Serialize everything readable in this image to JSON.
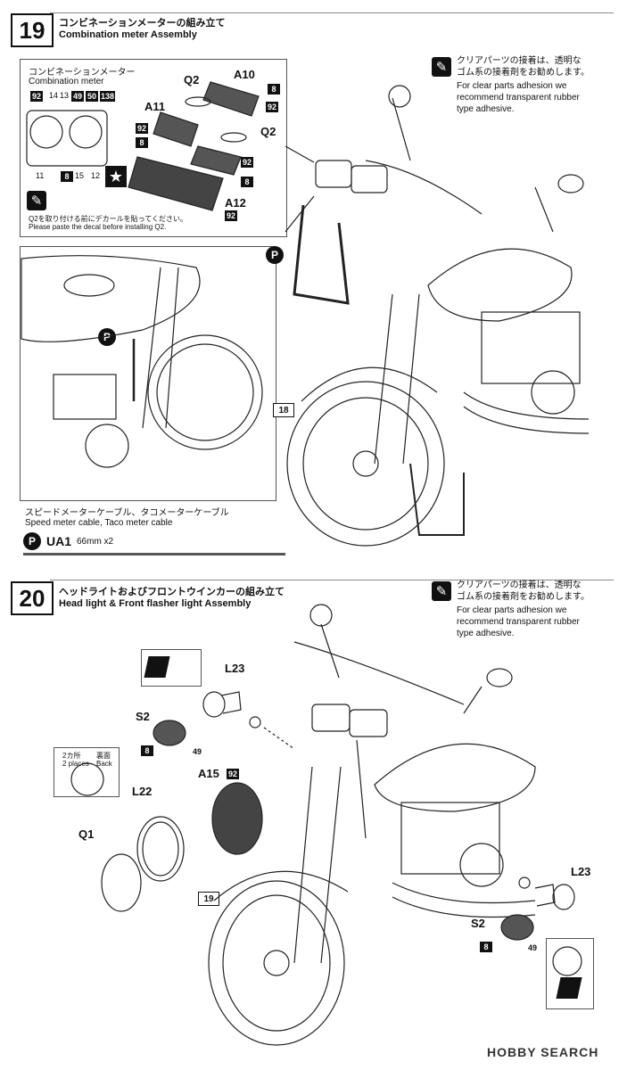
{
  "step19": {
    "number": "19",
    "title_jp": "コンビネーションメーターの組み立て",
    "title_en": "Combination meter Assembly",
    "meter_box": {
      "heading_jp": "コンビネーションメーター",
      "heading_en": "Combination meter",
      "codes_top": [
        "92",
        "14",
        "13",
        "49",
        "50",
        "138"
      ],
      "codes_bottom": [
        "11",
        "8",
        "15",
        "12"
      ],
      "note_jp": "Q2を取り付ける前にデカールを貼ってください。",
      "note_en": "Please paste the decal before installing Q2."
    },
    "parts": {
      "q2_top": "Q2",
      "a10": "A10",
      "a11": "A11",
      "q2_right": "Q2",
      "a12": "A12",
      "n8a": "8",
      "n92a": "92",
      "n92b": "92",
      "n8b": "8",
      "n92c": "92",
      "n8c": "8",
      "n92d": "92"
    },
    "clear_note": {
      "jp_line1": "クリアパーツの接着は、透明な",
      "jp_line2": "ゴム系の接着剤をお勧めします。",
      "en_line1": "For clear parts adhesion we",
      "en_line2": "recommend transparent rubber",
      "en_line3": "type adhesive."
    },
    "p_label": "P",
    "ref_box": "18",
    "cable_jp": "スピードメーターケーブル、タコメーターケーブル",
    "cable_en": "Speed meter cable, Taco meter cable",
    "cable_part": "UA1",
    "cable_size": "66mm x2"
  },
  "step20": {
    "number": "20",
    "title_jp": "ヘッドライトおよびフロントウインカーの組み立て",
    "title_en": "Head light & Front flasher light Assembly",
    "clear_note": {
      "jp_line1": "クリアパーツの接着は、透明な",
      "jp_line2": "ゴム系の接着剤をお勧めします。",
      "en_line1": "For clear parts adhesion we",
      "en_line2": "recommend transparent rubber",
      "en_line3": "type adhesive."
    },
    "parts": {
      "l23_left": "L23",
      "s2_left": "S2",
      "n8_left": "8",
      "n49_left": "49",
      "places_jp": "2カ所",
      "places_en": "2 places",
      "back_jp": "裏面",
      "back_en": "Back",
      "l22": "L22",
      "a15": "A15",
      "n92": "92",
      "q1": "Q1",
      "l23_right": "L23",
      "s2_right": "S2",
      "n8_right": "8",
      "n49_right": "49"
    },
    "ref_box": "19"
  },
  "watermark": "HOBBY SEARCH"
}
